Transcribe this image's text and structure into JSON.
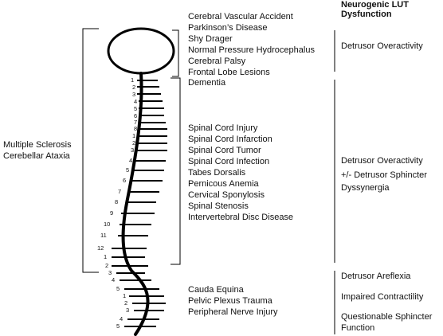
{
  "header": {
    "line1": "Neurogenic LUT",
    "line2": "Dysfunction"
  },
  "left_label": {
    "line1": "Multiple Sclerosis",
    "line2": "Cerebellar Ataxia"
  },
  "brain_conditions": [
    "Cerebral Vascular Accident",
    "Parkinson’s Disease",
    "Shy Drager",
    "Normal Pressure Hydrocephalus",
    "Cerebral Palsy",
    "Frontal Lobe Lesions"
  ],
  "spinal_conditions": [
    "Dementia",
    "Spinal Cord Injury",
    "Spinal Cord Infarction",
    "Spinal Cord Tumor",
    "Spinal Cord Infection",
    "Tabes Dorsalis",
    "Pernicous Anemia",
    "Cervical Sponylosis",
    "Spinal Stenosis",
    "Intervertebral Disc Disease"
  ],
  "sacral_conditions": [
    "Cauda Equina",
    "Pelvic Plexus Trauma",
    "Peripheral Nerve Injury"
  ],
  "dysfunction": {
    "brain": "Detrusor Overactivity",
    "spinal_line1": "Detrusor Overactivity",
    "spinal_line2": "+/- Detrusor Sphincter",
    "spinal_line3": "Dyssynergia",
    "sacral_1": "Detrusor Areflexia",
    "sacral_2": "Impaired Contractility",
    "sacral_3a": "Questionable Sphincter",
    "sacral_3b": "Function"
  },
  "segments": [
    "1",
    "2",
    "3",
    "4",
    "5",
    "6",
    "7",
    "8",
    "1",
    "2",
    "3",
    "4",
    "5",
    "6",
    "7",
    "8",
    "9",
    "10",
    "11",
    "12",
    "1",
    "2",
    "3",
    "4",
    "5",
    "1",
    "2",
    "3",
    "4",
    "5"
  ]
}
